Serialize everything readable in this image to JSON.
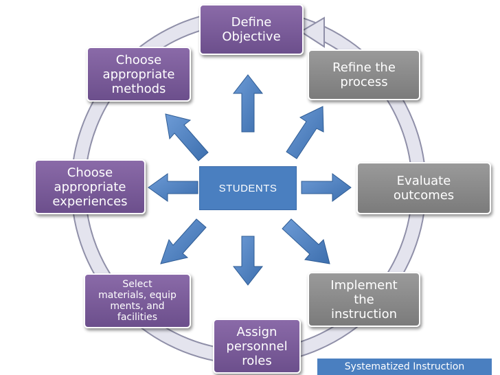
{
  "colors": {
    "cycle_ring": "#d5d5e0",
    "arrow_fill": "#4a7fc0",
    "purple_box": "#7a5c99",
    "gray_box": "#888888",
    "center": "#4a7fc0"
  },
  "diagram": {
    "center_label": "STUDENTS",
    "nodes": [
      {
        "id": "define",
        "label": "Define\nObjective",
        "style": "purple"
      },
      {
        "id": "refine",
        "label": "Refine the\nprocess",
        "style": "gray"
      },
      {
        "id": "evaluate",
        "label": "Evaluate\noutcomes",
        "style": "gray"
      },
      {
        "id": "implement",
        "label": "Implement\nthe\ninstruction",
        "style": "gray"
      },
      {
        "id": "assign",
        "label": "Assign\npersonnel\nroles",
        "style": "purple"
      },
      {
        "id": "select",
        "label": "Select\nmaterials, equip\nments, and\nfacilities",
        "style": "purple"
      },
      {
        "id": "experiences",
        "label": "Choose\nappropriate\nexperiences",
        "style": "purple"
      },
      {
        "id": "methods",
        "label": "Choose\nappropriate\nmethods",
        "style": "purple"
      }
    ],
    "caption": "Systematized Instruction"
  }
}
